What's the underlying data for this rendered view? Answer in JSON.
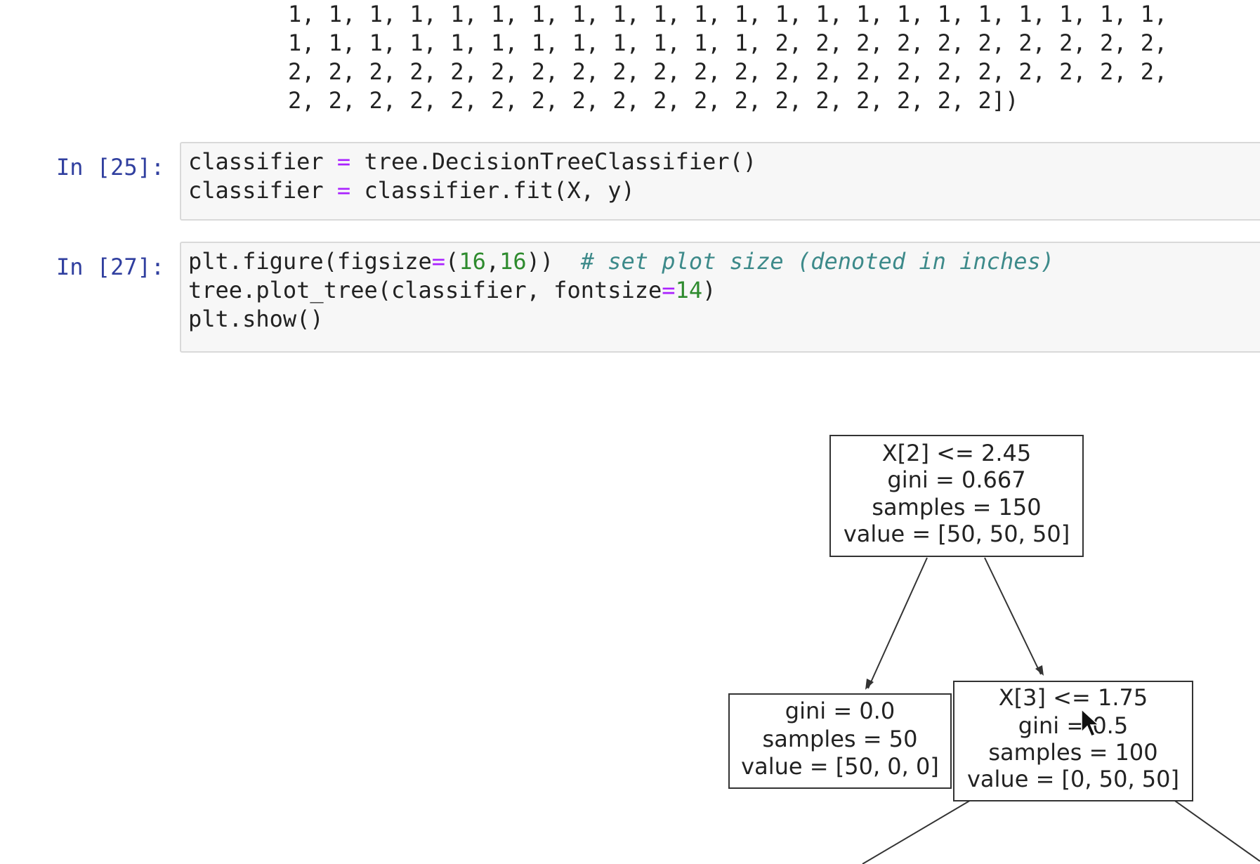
{
  "output": {
    "lines": [
      "1, 1, 1, 1, 1, 1, 1, 1, 1, 1, 1, 1, 1, 1, 1, 1, 1, 1, 1, 1, 1, 1,",
      "1, 1, 1, 1, 1, 1, 1, 1, 1, 1, 1, 1, 2, 2, 2, 2, 2, 2, 2, 2, 2, 2,",
      "2, 2, 2, 2, 2, 2, 2, 2, 2, 2, 2, 2, 2, 2, 2, 2, 2, 2, 2, 2, 2, 2,",
      "2, 2, 2, 2, 2, 2, 2, 2, 2, 2, 2, 2, 2, 2, 2, 2, 2, 2])"
    ]
  },
  "cells": [
    {
      "prompt": "In [25]:",
      "lines": [
        [
          {
            "t": "classifier ",
            "c": ""
          },
          {
            "t": "=",
            "c": "op"
          },
          {
            "t": " tree.DecisionTreeClassifier()",
            "c": ""
          }
        ],
        [
          {
            "t": "classifier ",
            "c": ""
          },
          {
            "t": "=",
            "c": "op"
          },
          {
            "t": " classifier.fit(X, y)",
            "c": ""
          }
        ]
      ]
    },
    {
      "prompt": "In [27]:",
      "lines": [
        [
          {
            "t": "plt.figure(figsize",
            "c": ""
          },
          {
            "t": "=",
            "c": "op"
          },
          {
            "t": "(",
            "c": ""
          },
          {
            "t": "16",
            "c": "num"
          },
          {
            "t": ",",
            "c": ""
          },
          {
            "t": "16",
            "c": "num"
          },
          {
            "t": "))  ",
            "c": ""
          },
          {
            "t": "# set plot size (denoted in inches)",
            "c": "cm"
          }
        ],
        [
          {
            "t": "tree.plot_tree(classifier, fontsize",
            "c": ""
          },
          {
            "t": "=",
            "c": "op"
          },
          {
            "t": "14",
            "c": "num"
          },
          {
            "t": ")",
            "c": ""
          }
        ],
        [
          {
            "t": "plt.show()",
            "c": ""
          }
        ]
      ]
    }
  ],
  "tree": {
    "nodes": [
      {
        "id": "root",
        "lines": [
          "X[2] <= 2.45",
          "gini = 0.667",
          "samples = 150",
          "value = [50, 50, 50]"
        ]
      },
      {
        "id": "left-leaf",
        "lines": [
          "gini = 0.0",
          "samples = 50",
          "value = [50, 0, 0]"
        ]
      },
      {
        "id": "right-split",
        "lines": [
          "X[3] <= 1.75",
          "gini = 0.5",
          "samples = 100",
          "value = [0, 50, 50]"
        ]
      }
    ]
  }
}
